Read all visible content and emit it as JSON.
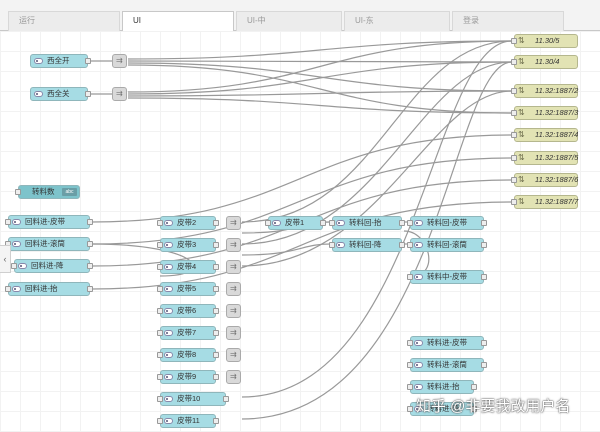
{
  "tabs": [
    {
      "label": "运行"
    },
    {
      "label": "UI"
    },
    {
      "label": "UI-中"
    },
    {
      "label": "UI-东"
    },
    {
      "label": "登录"
    }
  ],
  "inject_nodes": {
    "west_all_on": "西全开",
    "west_all_off": "西全关"
  },
  "mqtt_nodes": [
    "11.30/5",
    "11.30/4",
    "11.32:1887/2",
    "11.32:1887/3",
    "11.32:1887/4",
    "11.32:1887/5",
    "11.32:1887/6",
    "11.32:1887/7"
  ],
  "counter_node": {
    "label": "转料数",
    "badge": "abc"
  },
  "left_nodes": [
    "回料进-皮带",
    "回料进-滚筒",
    "回料进-降",
    "回料进-抬"
  ],
  "belt_nodes": [
    "皮带2",
    "皮带3",
    "皮带4",
    "皮带5",
    "皮带6",
    "皮带7",
    "皮带8",
    "皮带9",
    "皮带10",
    "皮带11"
  ],
  "belt1_node": "皮带1",
  "mid_nodes": [
    "转料回-抬",
    "转料回-降"
  ],
  "right_nodes": [
    "转料回-皮带",
    "转料回-滚筒",
    "转料中-皮带",
    "转料进-皮带",
    "转料进-滚筒",
    "转料进-抬",
    "转料进-降"
  ],
  "watermark": "知乎 @非要我改用户名"
}
